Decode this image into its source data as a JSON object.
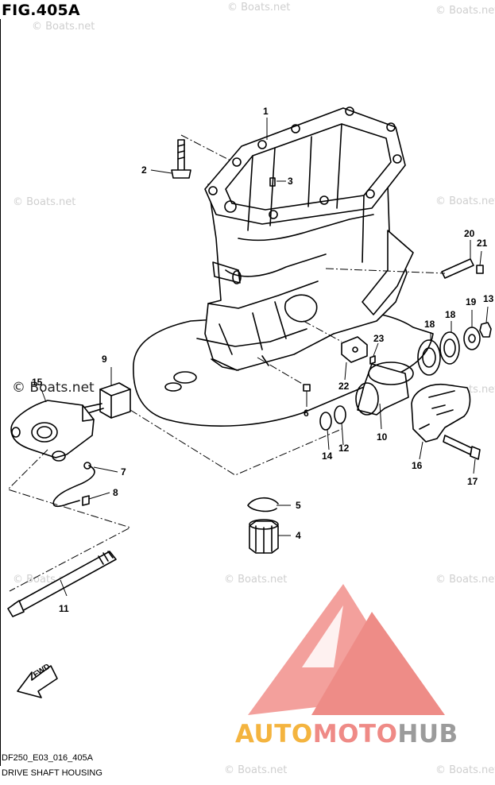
{
  "figure": {
    "title": "FIG.405A"
  },
  "diagram": {
    "part_callouts": [
      "1",
      "2",
      "3",
      "4",
      "5",
      "6",
      "7",
      "8",
      "9",
      "10",
      "11",
      "12",
      "13",
      "14",
      "15",
      "16",
      "17",
      "18",
      "18",
      "19",
      "20",
      "21",
      "22",
      "23"
    ],
    "fwd_label": "FWD"
  },
  "watermark": {
    "text": "© Boats.net"
  },
  "logo": {
    "part1": "AUTO",
    "part2": "MOTO",
    "part3": "HUB",
    "colors": [
      "#f4b43f",
      "#ef8a86",
      "#9b9b9b"
    ]
  },
  "footer": {
    "code": "DF250_E03_016_405A",
    "name": "DRIVE SHAFT HOUSING"
  }
}
